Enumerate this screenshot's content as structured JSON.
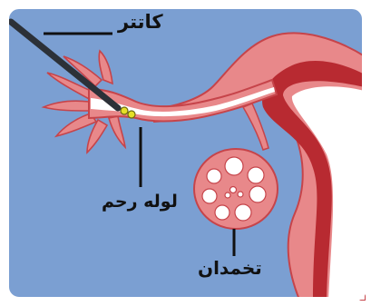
{
  "labels": {
    "catheter": "کاتتر",
    "fallopian_tube": "لوله رحم",
    "ovary": "تخمدان"
  },
  "colors": {
    "background": "#7b9fd2",
    "border": "#ffffff",
    "tissue_fill": "#e8888a",
    "tissue_light": "#f3b6b5",
    "tissue_outline": "#c6444a",
    "tissue_dark": "#b82a31",
    "lumen": "#ffffff",
    "catheter": "#2c3138",
    "eggs": "#e5e027",
    "leader_lines": "#111111"
  }
}
